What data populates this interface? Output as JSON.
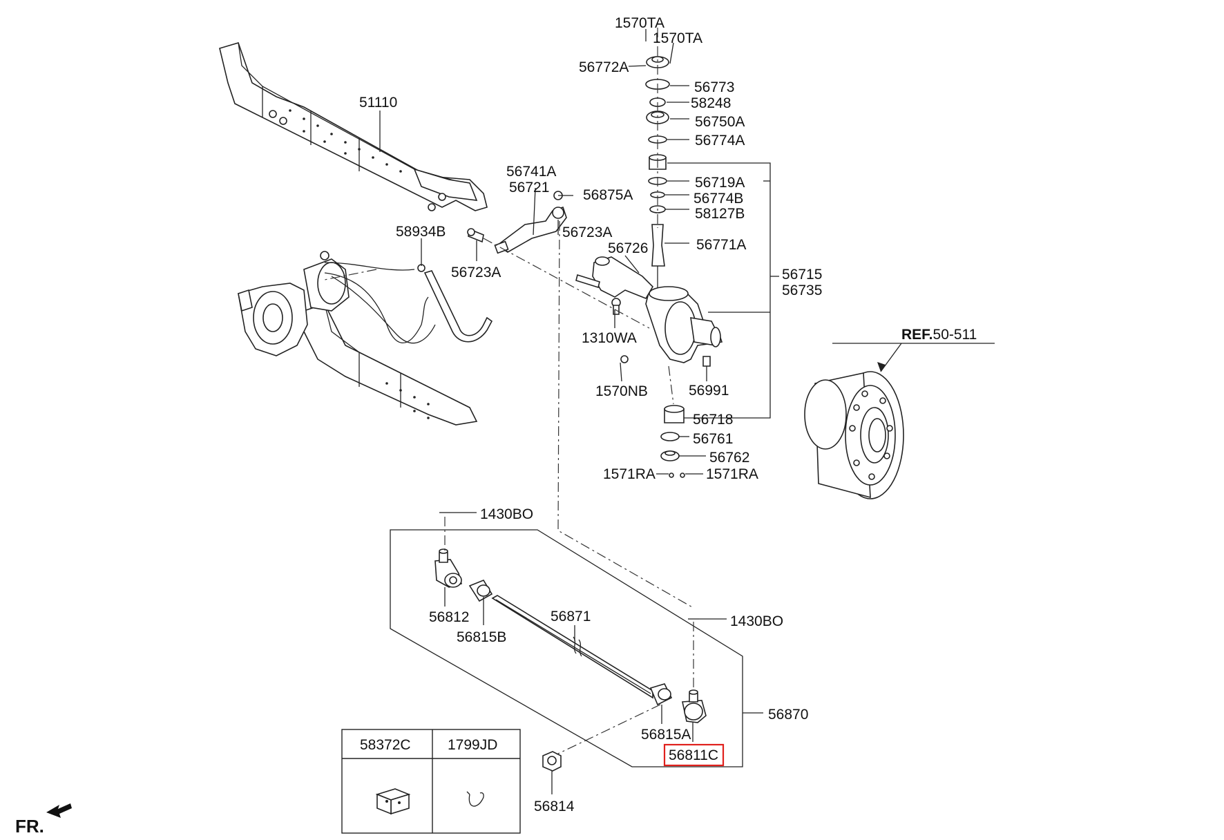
{
  "diagram": {
    "parts": {
      "p_1570TA_a": "1570TA",
      "p_1570TA_b": "1570TA",
      "p_56772A": "56772A",
      "p_56773": "56773",
      "p_58248": "58248",
      "p_56750A": "56750A",
      "p_56774A": "56774A",
      "p_56719A": "56719A",
      "p_56774B": "56774B",
      "p_58127B": "58127B",
      "p_56771A": "56771A",
      "p_56715": "56715",
      "p_56735": "56735",
      "p_51110": "51110",
      "p_56741A": "56741A",
      "p_56721": "56721",
      "p_56875A": "56875A",
      "p_58934B": "58934B",
      "p_56723A_a": "56723A",
      "p_56723A_b": "56723A",
      "p_56726": "56726",
      "p_1310WA": "1310WA",
      "p_1570NB": "1570NB",
      "p_56991": "56991",
      "p_56718": "56718",
      "p_56761": "56761",
      "p_56762": "56762",
      "p_1571RA_a": "1571RA",
      "p_1571RA_b": "1571RA",
      "p_1430BO_a": "1430BO",
      "p_1430BO_b": "1430BO",
      "p_56812": "56812",
      "p_56815B": "56815B",
      "p_56871": "56871",
      "p_56870": "56870",
      "p_56815A": "56815A",
      "p_56811C": "56811C",
      "p_56814": "56814"
    },
    "ref": {
      "prefix": "REF.",
      "number": "50-511"
    },
    "table": {
      "col1": "58372C",
      "col2": "1799JD"
    },
    "direction": "FR.",
    "highlight_color": "#e0201c"
  }
}
